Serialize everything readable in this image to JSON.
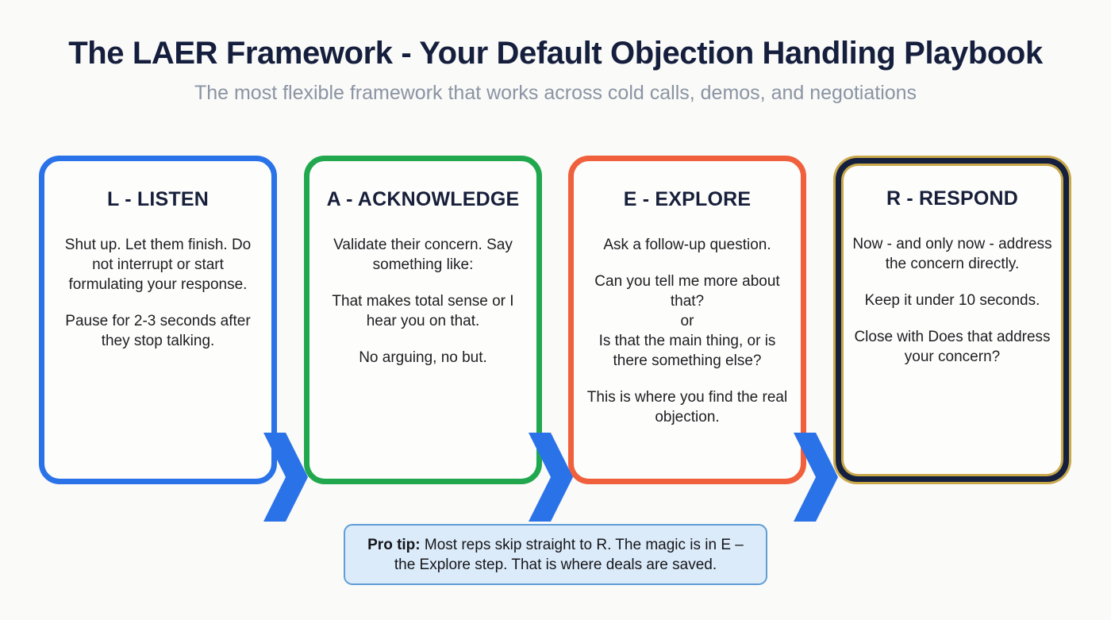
{
  "header": {
    "title": "The LAER Framework - Your Default Objection Handling Playbook",
    "subtitle": "The most flexible framework that works across cold calls, demos, and negotiations"
  },
  "colors": {
    "background": "#fafaf8",
    "card_face": "#fdfdfc",
    "title_text": "#151f3d",
    "subtitle_text": "#8a94a3",
    "body_text": "#1e1e22",
    "listen_border": "#2a72e8",
    "acknowledge_border": "#21a84e",
    "explore_border": "#f0603c",
    "respond_border_navy": "#15203f",
    "respond_border_gold": "#c9a84a",
    "arrow": "#2a72e8",
    "protip_fill": "#dcebfa",
    "protip_border": "#5f9ed6"
  },
  "steps": [
    {
      "letter": "L",
      "heading": "L - LISTEN",
      "paragraphs": [
        "Shut up. Let them finish. Do not interrupt or start formulating your response.",
        "Pause for 2-3 seconds after they stop talking."
      ]
    },
    {
      "letter": "A",
      "heading": "A - ACKNOWLEDGE",
      "paragraphs": [
        "Validate their concern. Say something like:",
        "That makes total sense or I hear you on that.",
        "No arguing, no but."
      ]
    },
    {
      "letter": "E",
      "heading": "E - EXPLORE",
      "paragraphs": [
        "Ask a follow-up question.",
        "Can you tell me more about that?\nor\nIs that the main thing, or is there something else?",
        "This is where you find the real objection."
      ]
    },
    {
      "letter": "R",
      "heading": "R - RESPOND",
      "paragraphs": [
        "Now - and only now - address the concern directly.",
        "Keep it under 10 seconds.",
        "Close with Does that address your concern?"
      ]
    }
  ],
  "connectors": [
    {
      "name": "arrow-listen-to-acknowledge"
    },
    {
      "name": "arrow-acknowledge-to-explore"
    },
    {
      "name": "arrow-explore-to-respond"
    }
  ],
  "protip": {
    "label": "Pro tip:",
    "text": " Most reps skip straight to R. The magic is in E – the Explore step. That is where deals are saved."
  }
}
